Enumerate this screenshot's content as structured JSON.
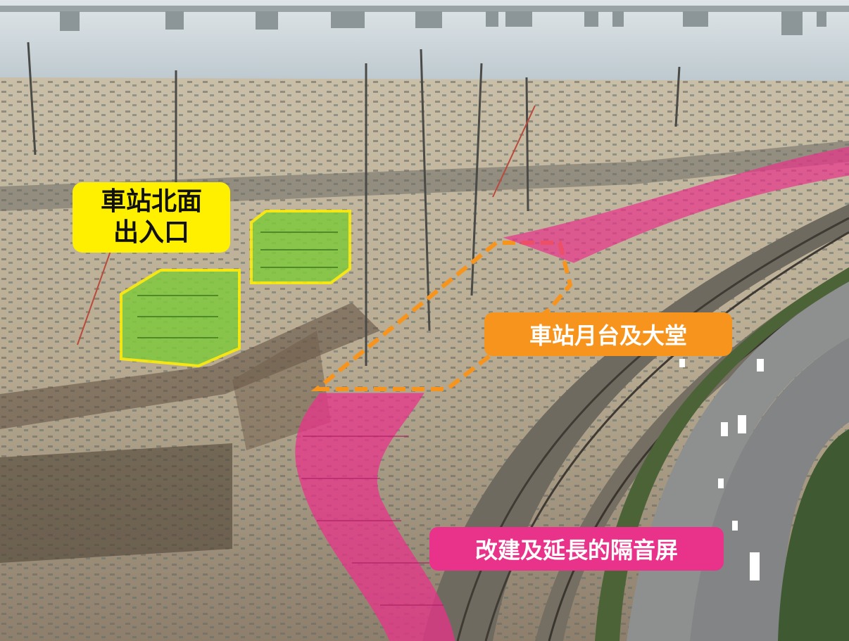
{
  "labels": {
    "north_entrance": "車站北面\n出入口",
    "platform_concourse": "車站月台及大堂",
    "noise_barrier": "改建及延長的隔音屏"
  },
  "colors": {
    "north_entrance_bg": "#fff000",
    "platform_concourse_bg": "#f7941d",
    "noise_barrier_bg": "#e9338a",
    "entrance_box_fill": "#7fc93d",
    "entrance_box_outline": "#fff000",
    "station_outline": "#f7941d",
    "barrier_fill": "#e9338a",
    "water": "#c9d3d8",
    "construction_ground": "#cbbfa7",
    "highway": "#8e8f8f"
  }
}
